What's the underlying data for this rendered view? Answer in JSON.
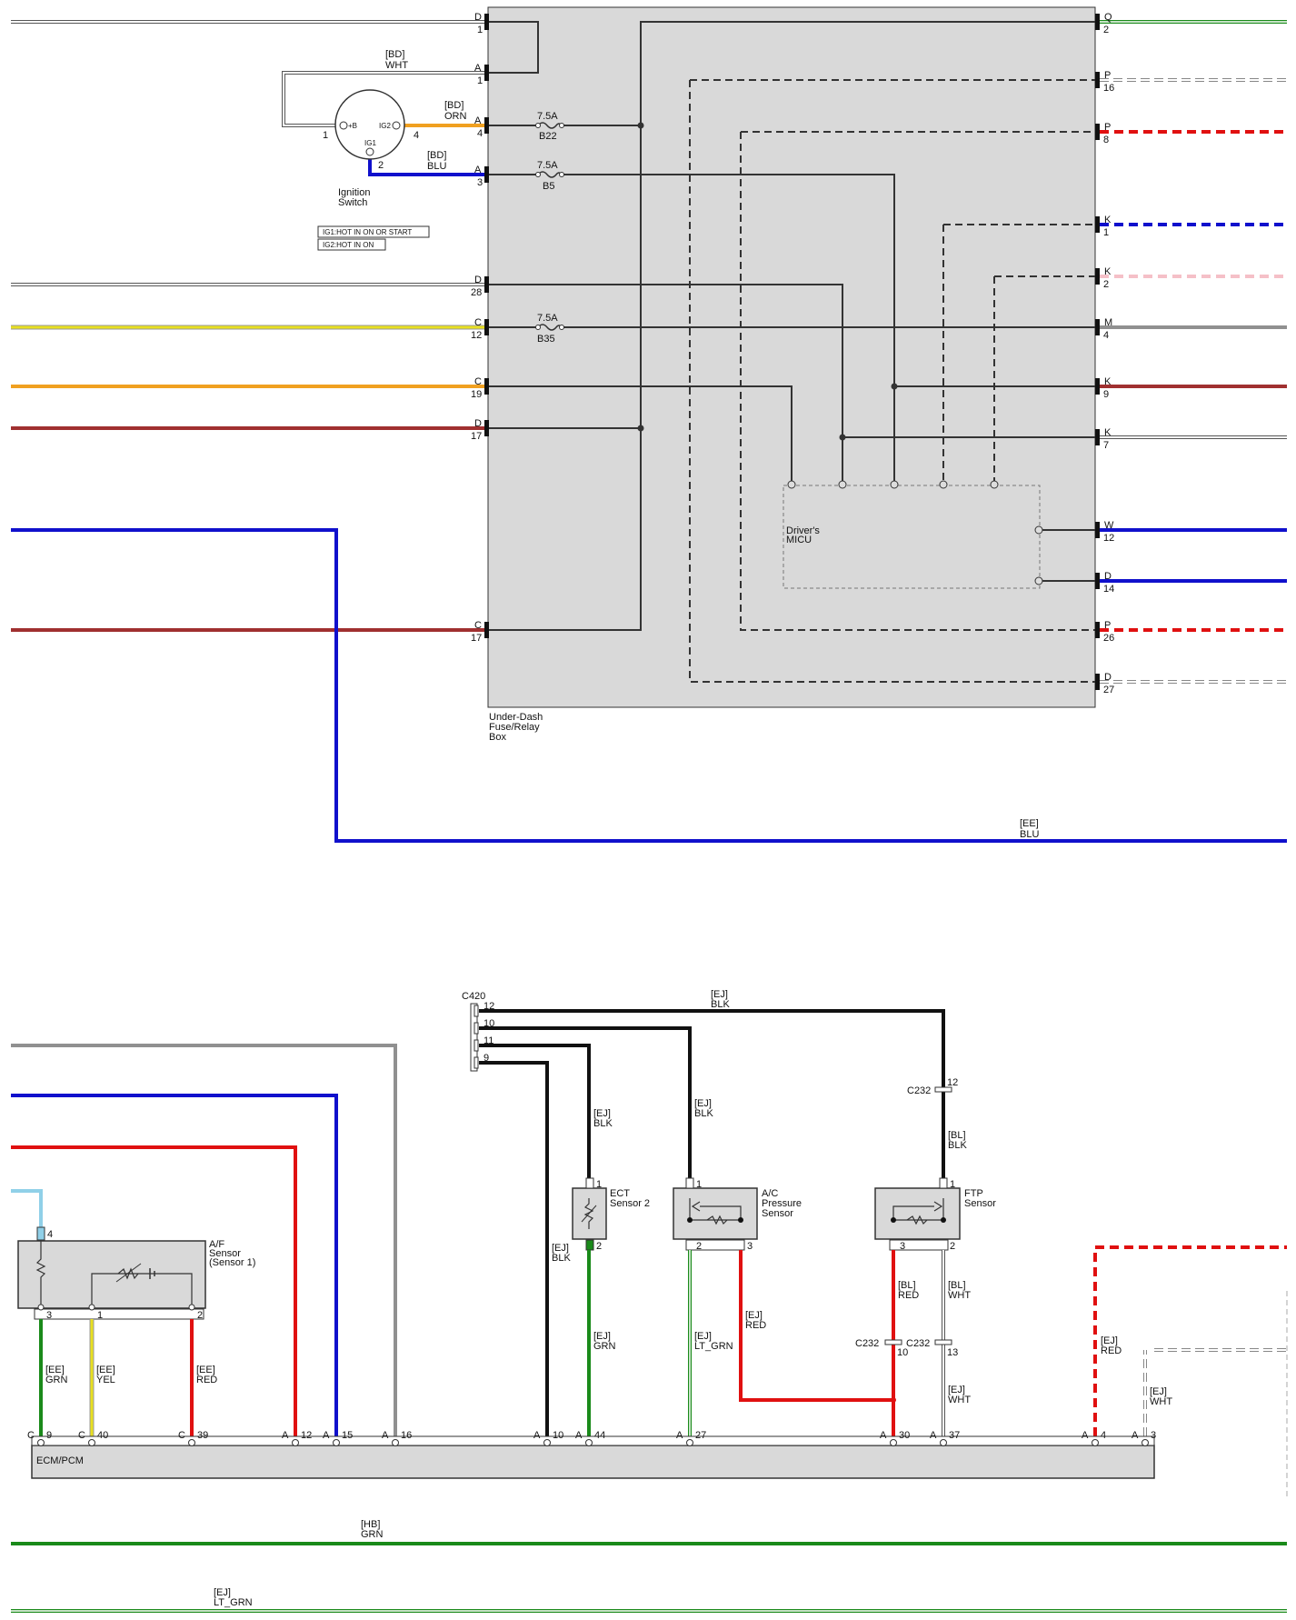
{
  "title": "",
  "components": {
    "fuse_box": {
      "label": [
        "Under-Dash",
        "Fuse/Relay",
        "Box"
      ]
    },
    "micu": {
      "label": [
        "Driver's",
        "MICU"
      ]
    },
    "ignition_switch": {
      "label": [
        "Ignition",
        "Switch"
      ],
      "terminals": {
        "b": "+B",
        "ig2": "IG2",
        "ig1": "IG1",
        "pin_b": "1",
        "pin_ig2": "4",
        "pin_ig1": "2"
      },
      "legend": [
        "IG1:HOT IN ON OR START",
        "IG2:HOT IN ON"
      ]
    },
    "ecm": {
      "label": "ECM/PCM"
    },
    "af_sensor": {
      "label": [
        "A/F",
        "Sensor",
        "(Sensor 1)"
      ]
    },
    "ect_sensor": {
      "label": [
        "ECT",
        "Sensor 2"
      ]
    },
    "ac_sensor": {
      "label": [
        "A/C",
        "Pressure",
        "Sensor"
      ]
    },
    "ftp_sensor": {
      "label": [
        "FTP",
        "Sensor"
      ]
    },
    "c420": {
      "label": "C420",
      "pins": [
        "12",
        "10",
        "11",
        "9"
      ]
    },
    "c232": {
      "label": "C232"
    }
  },
  "fuses": [
    {
      "rating": "7.5A",
      "name": "B22"
    },
    {
      "rating": "7.5A",
      "name": "B5"
    },
    {
      "rating": "7.5A",
      "name": "B35"
    }
  ],
  "fusebox_left_pins": [
    {
      "conn": "D",
      "pin": "1"
    },
    {
      "conn": "A",
      "pin": "1"
    },
    {
      "conn": "A",
      "pin": "4"
    },
    {
      "conn": "A",
      "pin": "3"
    },
    {
      "conn": "D",
      "pin": "28"
    },
    {
      "conn": "C",
      "pin": "12"
    },
    {
      "conn": "C",
      "pin": "19"
    },
    {
      "conn": "D",
      "pin": "17"
    },
    {
      "conn": "C",
      "pin": "17"
    }
  ],
  "fusebox_right_pins": [
    {
      "conn": "Q",
      "pin": "2"
    },
    {
      "conn": "P",
      "pin": "16"
    },
    {
      "conn": "P",
      "pin": "8"
    },
    {
      "conn": "K",
      "pin": "1"
    },
    {
      "conn": "K",
      "pin": "2"
    },
    {
      "conn": "M",
      "pin": "4"
    },
    {
      "conn": "K",
      "pin": "9"
    },
    {
      "conn": "K",
      "pin": "7"
    },
    {
      "conn": "W",
      "pin": "12"
    },
    {
      "conn": "D",
      "pin": "14"
    },
    {
      "conn": "P",
      "pin": "26"
    },
    {
      "conn": "D",
      "pin": "27"
    }
  ],
  "ecm_pins": [
    {
      "conn": "C",
      "pin": "9"
    },
    {
      "conn": "C",
      "pin": "40"
    },
    {
      "conn": "C",
      "pin": "39"
    },
    {
      "conn": "A",
      "pin": "12"
    },
    {
      "conn": "A",
      "pin": "15"
    },
    {
      "conn": "A",
      "pin": "16"
    },
    {
      "conn": "A",
      "pin": "10"
    },
    {
      "conn": "A",
      "pin": "44"
    },
    {
      "conn": "A",
      "pin": "27"
    },
    {
      "conn": "A",
      "pin": "30"
    },
    {
      "conn": "A",
      "pin": "37"
    },
    {
      "conn": "A",
      "pin": "4"
    },
    {
      "conn": "A",
      "pin": "3"
    }
  ],
  "sensor_pins": {
    "af": [
      "4",
      "3",
      "1",
      "2"
    ],
    "ect": [
      "1",
      "2"
    ],
    "ac": [
      "1",
      "2",
      "3"
    ],
    "ftp": [
      "1",
      "3",
      "2"
    ],
    "c232": [
      "12",
      "10",
      "13"
    ]
  },
  "wire_labels": [
    {
      "harness": "[BD]",
      "color": "WHT"
    },
    {
      "harness": "[BD]",
      "color": "ORN"
    },
    {
      "harness": "[BD]",
      "color": "BLU"
    },
    {
      "harness": "[EE]",
      "color": "BLU"
    },
    {
      "harness": "[EJ]",
      "color": "BLK"
    },
    {
      "harness": "[EJ]",
      "color": "BLK"
    },
    {
      "harness": "[EJ]",
      "color": "BLK"
    },
    {
      "harness": "[EJ]",
      "color": "BLK"
    },
    {
      "harness": "[BL]",
      "color": "BLK"
    },
    {
      "harness": "[EJ]",
      "color": "GRN"
    },
    {
      "harness": "[EJ]",
      "color": "LT_GRN"
    },
    {
      "harness": "[EJ]",
      "color": "RED"
    },
    {
      "harness": "[BL]",
      "color": "RED"
    },
    {
      "harness": "[BL]",
      "color": "WHT"
    },
    {
      "harness": "[EJ]",
      "color": "WHT"
    },
    {
      "harness": "[EJ]",
      "color": "RED"
    },
    {
      "harness": "[EJ]",
      "color": "WHT"
    },
    {
      "harness": "[EE]",
      "color": "GRN"
    },
    {
      "harness": "[EE]",
      "color": "YEL"
    },
    {
      "harness": "[EE]",
      "color": "RED"
    },
    {
      "harness": "[HB]",
      "color": "GRN"
    },
    {
      "harness": "[EJ]",
      "color": "LT_GRN"
    }
  ],
  "colors": {
    "blue": "#1010cc",
    "red": "#e01010",
    "orange": "#f0a020",
    "darkred": "#a03030",
    "green": "#1a8a1a",
    "yellow": "#e8e020",
    "gray": "#909090",
    "lightblue": "#90d0e8",
    "box": "#d9d9d9"
  }
}
